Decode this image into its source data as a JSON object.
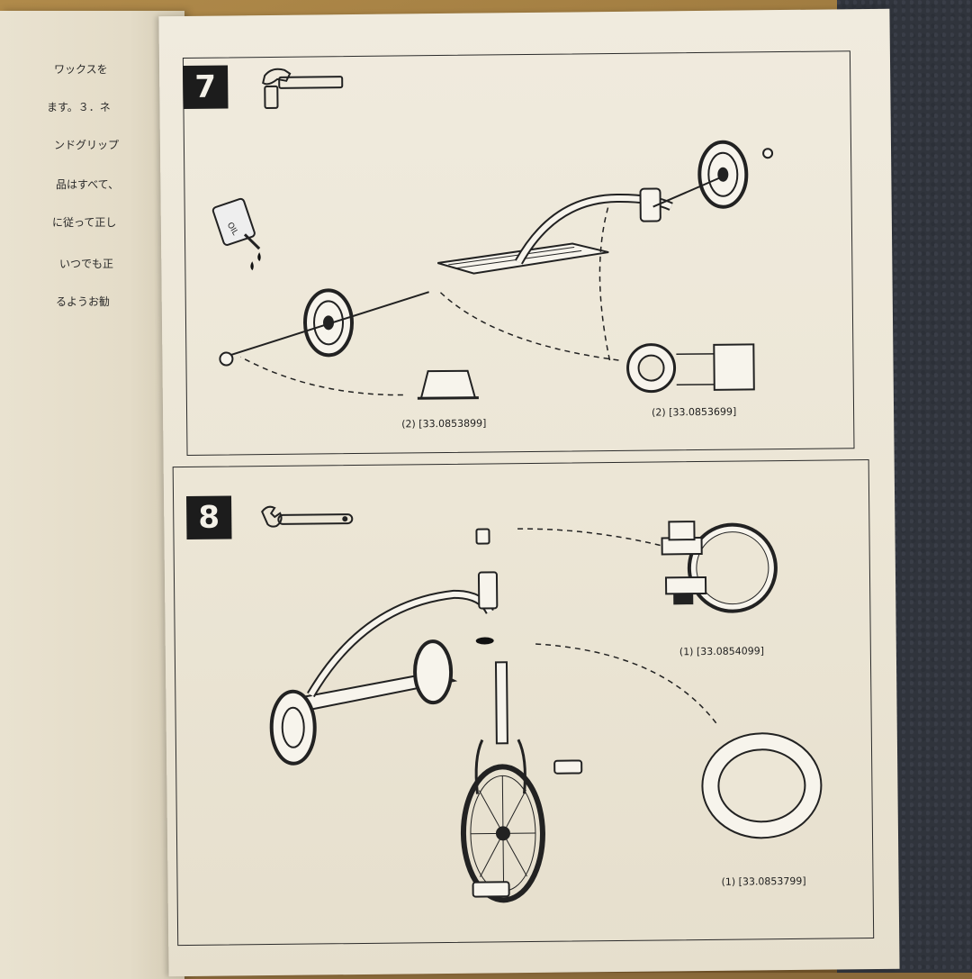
{
  "left_page": {
    "lines": [
      "ワックスを",
      "ます。３．ネ",
      "ンドグリップ",
      "品はすべて、",
      "に従って正し",
      "いつでも正",
      "るようお勧"
    ]
  },
  "step7": {
    "number": "7",
    "tool_icon": "hammer-icon",
    "parts": [
      {
        "label": "(2) [33.0853899]",
        "icon": "hubcap-icon"
      },
      {
        "label": "(2) [33.0853699]",
        "icon": "washer-spacer-icon"
      }
    ],
    "oil_text": "OIL"
  },
  "step8": {
    "number": "8",
    "tool_icon": "wrench-icon",
    "parts": [
      {
        "label": "(1) [33.0854099]",
        "icon": "clamp-icon"
      },
      {
        "label": "(1) [33.0853799]",
        "icon": "ring-icon"
      }
    ]
  }
}
